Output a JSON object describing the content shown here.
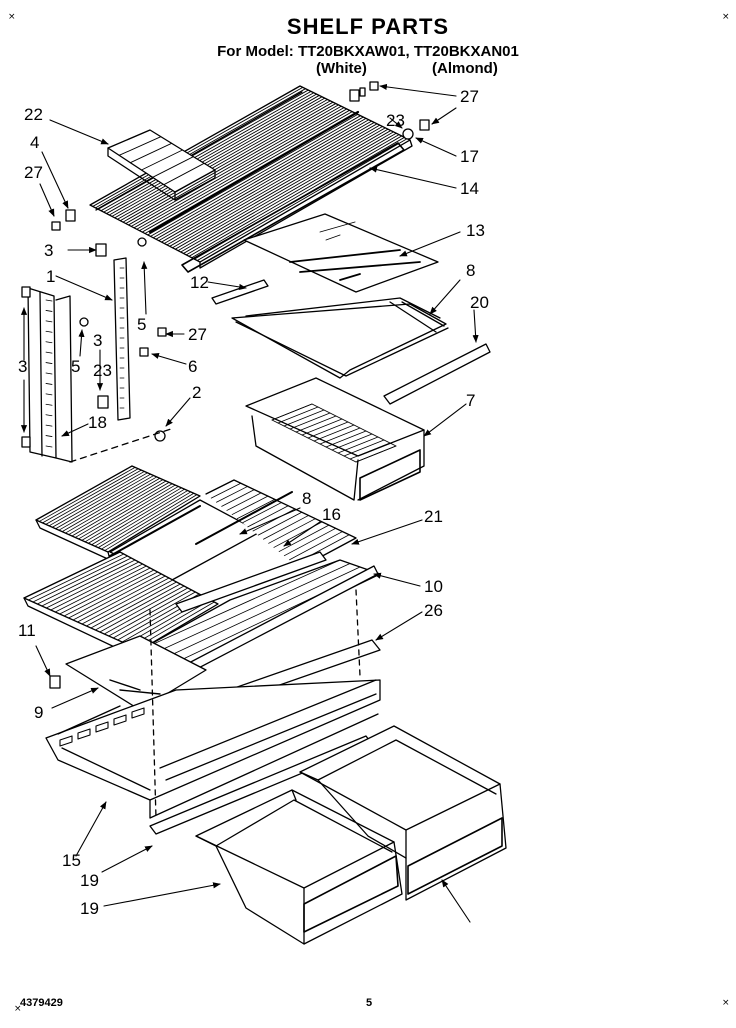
{
  "title": "SHELF PARTS",
  "model_line": "For Model: TT20BKXAW01, TT20BKXAN01",
  "variant_white": "(White)",
  "variant_almond": "(Almond)",
  "part_number": "4379429",
  "page_number": "5",
  "corner_mark": "×",
  "callouts": [
    "22",
    "4",
    "27",
    "3",
    "1",
    "5",
    "3",
    "3",
    "5",
    "23",
    "27",
    "6",
    "2",
    "18",
    "27",
    "23",
    "17",
    "14",
    "13",
    "12",
    "8",
    "20",
    "7",
    "8",
    "16",
    "21",
    "10",
    "26",
    "11",
    "9",
    "15",
    "19",
    "19"
  ]
}
